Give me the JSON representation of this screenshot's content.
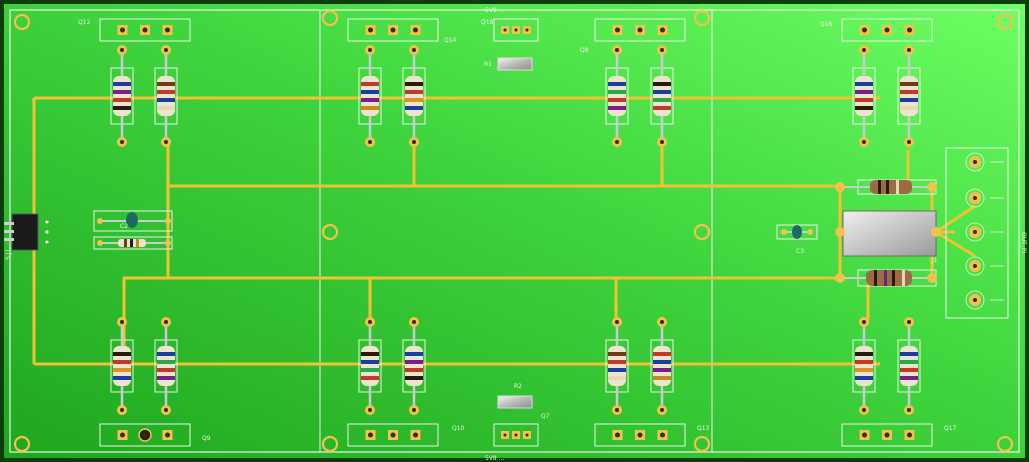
{
  "board": {
    "colors": {
      "board_dark": "#1fa61f",
      "board_light": "#6dff63",
      "trace": "#f1c232",
      "outline": "#e9f2e4",
      "pad_gold": "#f2c14e",
      "pad_dark": "#3a2a05",
      "lead": "#c8ccd2",
      "resistor_body": "#ece4cf",
      "edge_dark": "#0b3d0b"
    }
  },
  "labels": {
    "q12": "Q12",
    "q14": "Q14",
    "q8": "Q8",
    "q16": "Q16",
    "q18": "Q18",
    "r1": "R1",
    "c2": "C2",
    "c3": "C3",
    "j1": "J1",
    "q9": "Q9",
    "q10": "Q10",
    "q7": "Q7",
    "q13": "Q13",
    "q17": "Q17",
    "r2": "R2",
    "top_small": "5V8 ...",
    "bottom_small": "5V8 ...",
    "right_side": "OUT_PI",
    "left_side": "5 J1"
  }
}
